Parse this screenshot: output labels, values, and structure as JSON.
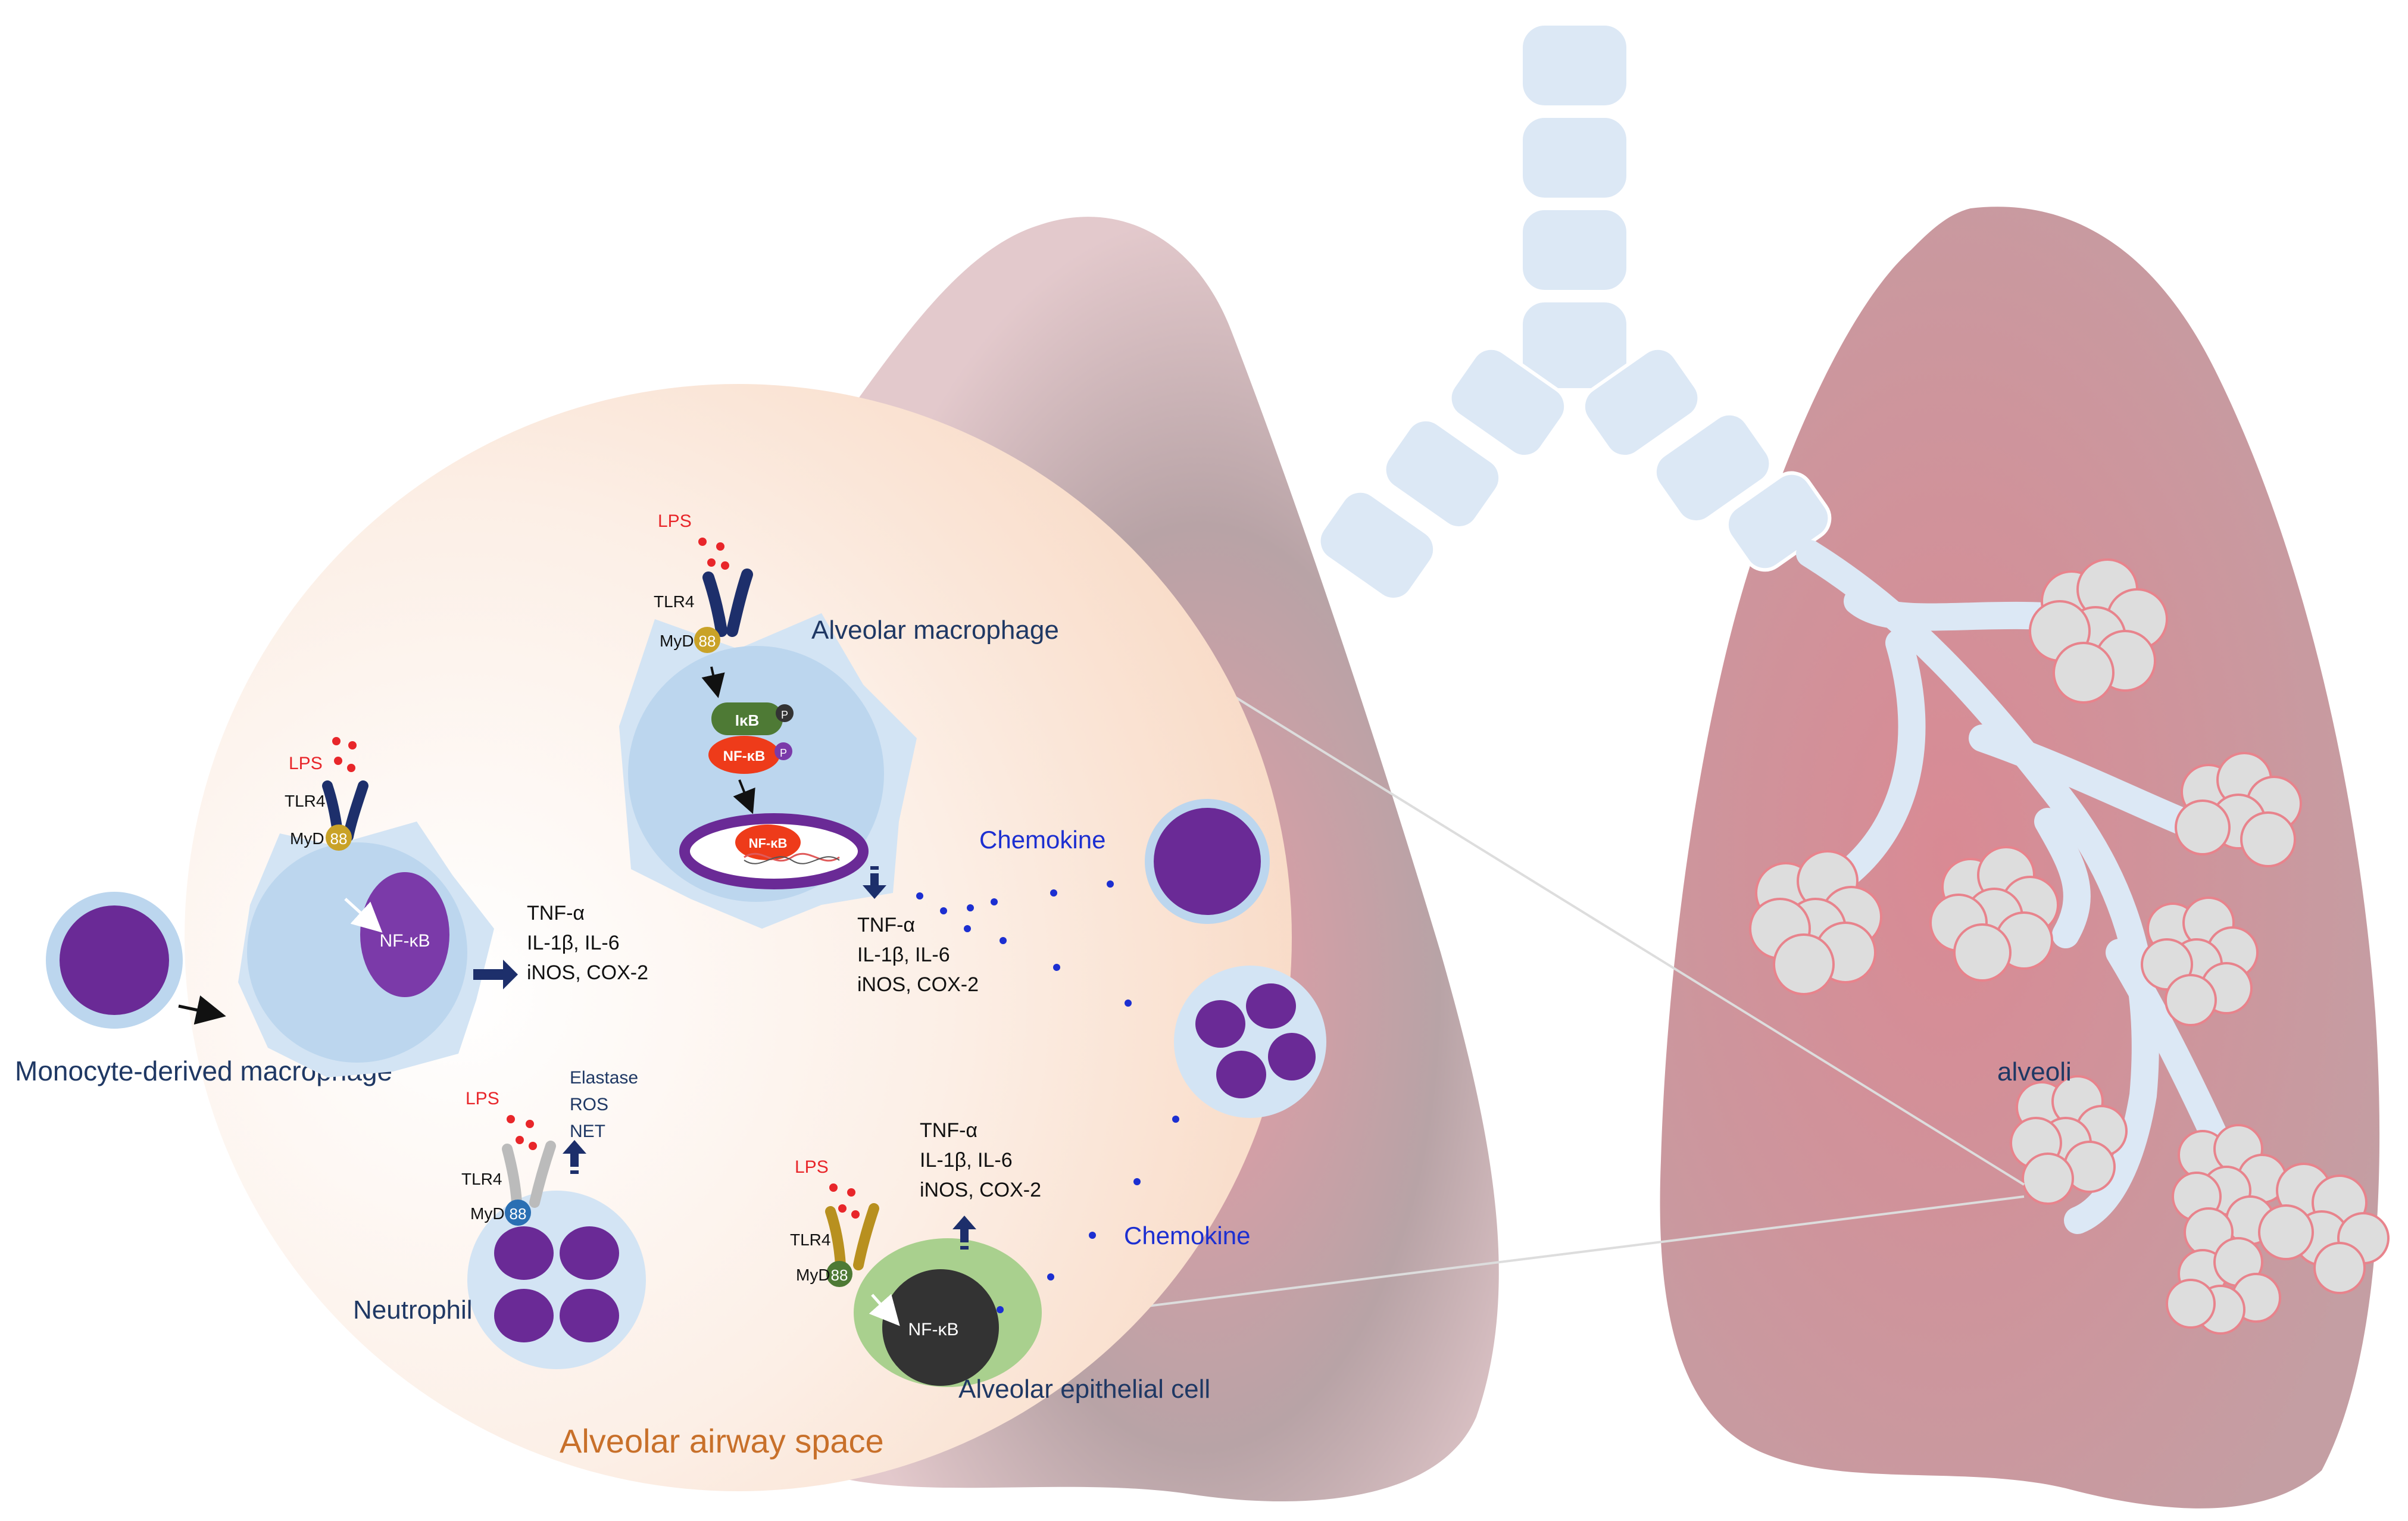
{
  "labels": {
    "monocyte_macrophage": "Monocyte-derived macrophage",
    "alveolar_macrophage": "Alveolar macrophage",
    "neutrophil": "Neutrophil",
    "epithelial_cell": "Alveolar epithelial cell",
    "airway_space": "Alveolar airway space",
    "alveoli": "alveoli",
    "chemokine_top": "Chemokine",
    "chemokine_bottom": "Chemokine",
    "lps": "LPS",
    "tlr4": "TLR4",
    "myd": "MyD",
    "myd88_num": "88",
    "ikb": "IκB",
    "nfkb": "NF-κB",
    "phospho": "P"
  },
  "cytokines": {
    "line1": "TNF-α",
    "line2": "IL-1β, IL-6",
    "line3": "iNOS, COX-2"
  },
  "neutrophil_products": {
    "line1": "Elastase",
    "line2": "ROS",
    "line3": "NET"
  },
  "colors": {
    "lung": "#c98f98",
    "trachea": "#dce8f5",
    "airway_bg": "#fbe3d5",
    "cell_blue": "#bcd6ee",
    "nucleus_purple": "#6a2a96",
    "receptor_navy": "#1d2f6b",
    "lps_red": "#e8262a",
    "ikb_green": "#4e7a35",
    "nfkb_red": "#ee3b1a",
    "myd88_gold": "#c9a227",
    "epithelial_green": "#a9d08e",
    "chemokine_blue": "#1c2fd1",
    "airway_label_orange": "#c8702a",
    "label_navy": "#1f3864"
  }
}
